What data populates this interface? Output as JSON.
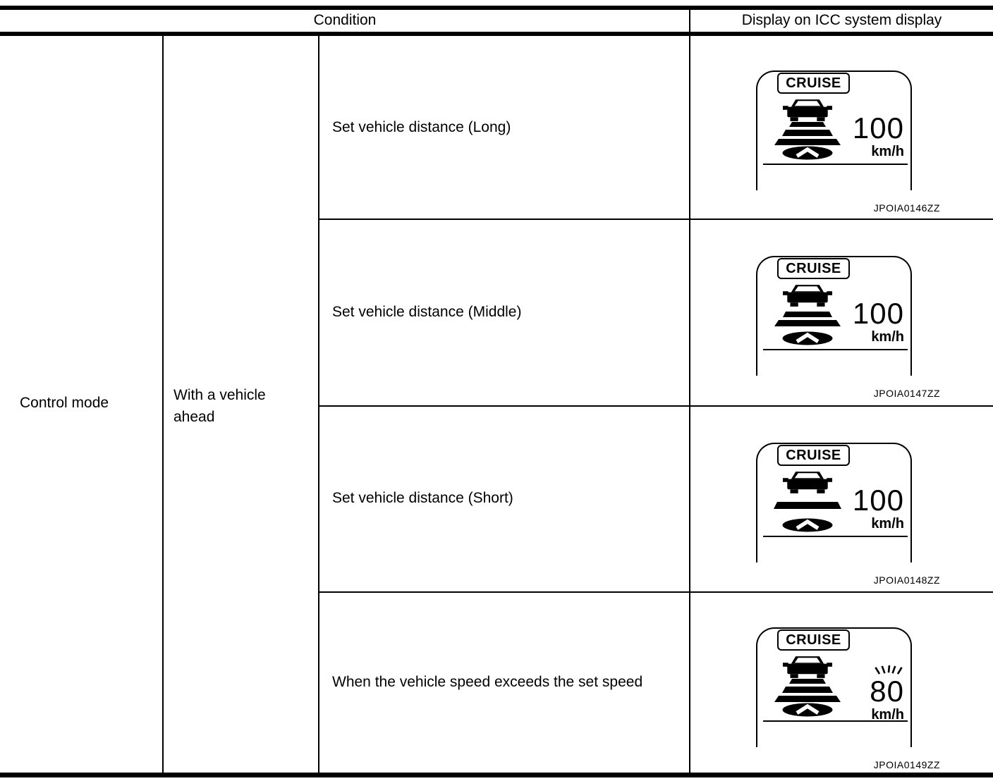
{
  "header": {
    "condition_col": "Condition",
    "display_col": "Display on ICC system display"
  },
  "control_mode_label": "Control mode",
  "sub_condition_label": "With a vehicle ahead",
  "rows": [
    {
      "condition": "Set vehicle distance (Long)",
      "display": {
        "indicator": "CRUISE",
        "speed": "100",
        "unit": "km/h",
        "distance_bars": 3,
        "speed_flashing": false,
        "figure_code": "JPOIA0146ZZ"
      }
    },
    {
      "condition": "Set vehicle distance (Middle)",
      "display": {
        "indicator": "CRUISE",
        "speed": "100",
        "unit": "km/h",
        "distance_bars": 2,
        "speed_flashing": false,
        "figure_code": "JPOIA0147ZZ"
      }
    },
    {
      "condition": "Set vehicle distance (Short)",
      "display": {
        "indicator": "CRUISE",
        "speed": "100",
        "unit": "km/h",
        "distance_bars": 1,
        "speed_flashing": false,
        "figure_code": "JPOIA0148ZZ"
      }
    },
    {
      "condition": "When the vehicle speed exceeds the set speed",
      "display": {
        "indicator": "CRUISE",
        "speed": "80",
        "unit": "km/h",
        "distance_bars": 3,
        "speed_flashing": true,
        "figure_code": "JPOIA0149ZZ"
      }
    }
  ],
  "colors": {
    "ink": "#000000",
    "paper": "#ffffff"
  }
}
